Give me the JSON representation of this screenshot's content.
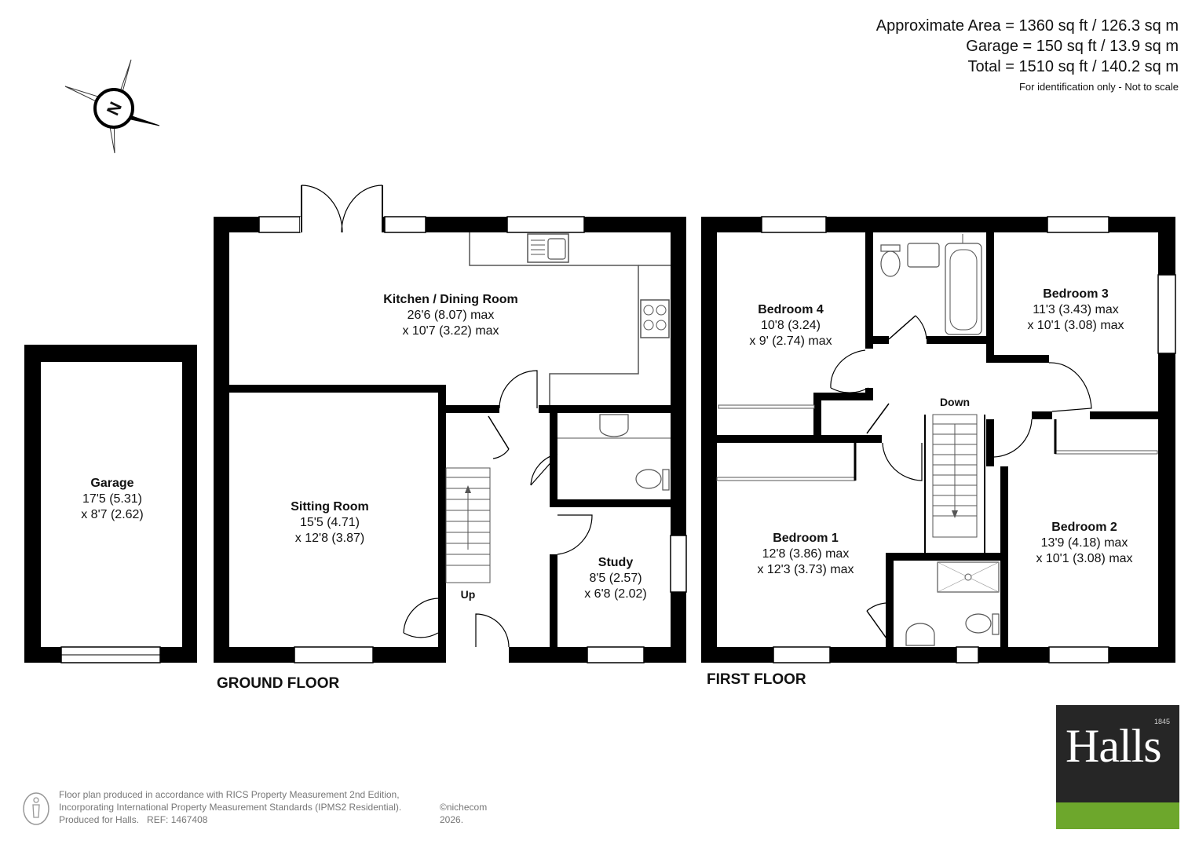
{
  "header": {
    "area_lines": [
      "Approximate Area = 1360 sq ft / 126.3 sq m",
      "Garage = 150 sq ft / 13.9 sq m",
      "Total = 1510 sq ft / 140.2 sq m"
    ],
    "note": "For identification only - Not to scale"
  },
  "compass": {
    "letter": "N",
    "icon": "compass-icon"
  },
  "floors": {
    "ground": {
      "title": "GROUND FLOOR",
      "stairs": "Up",
      "rooms": {
        "garage": {
          "name": "Garage",
          "dims": [
            "17'5 (5.31)",
            "x 8'7 (2.62)"
          ]
        },
        "kitchen": {
          "name": "Kitchen / Dining Room",
          "dims": [
            "26'6 (8.07) max",
            "x 10'7 (3.22) max"
          ]
        },
        "sitting": {
          "name": "Sitting Room",
          "dims": [
            "15'5 (4.71)",
            "x 12'8 (3.87)"
          ]
        },
        "study": {
          "name": "Study",
          "dims": [
            "8'5 (2.57)",
            "x 6'8 (2.02)"
          ]
        }
      }
    },
    "first": {
      "title": "FIRST FLOOR",
      "stairs": "Down",
      "rooms": {
        "bedroom4": {
          "name": "Bedroom 4",
          "dims": [
            "10'8 (3.24)",
            "x 9' (2.74) max"
          ]
        },
        "bedroom3": {
          "name": "Bedroom 3",
          "dims": [
            "11'3 (3.43) max",
            "x 10'1 (3.08) max"
          ]
        },
        "bedroom1": {
          "name": "Bedroom 1",
          "dims": [
            "12'8 (3.86) max",
            "x 12'3 (3.73) max"
          ]
        },
        "bedroom2": {
          "name": "Bedroom 2",
          "dims": [
            "13'9 (4.18) max",
            "x 10'1 (3.08) max"
          ]
        }
      }
    }
  },
  "footer": {
    "lines": [
      "Floor plan produced in accordance with RICS Property Measurement 2nd Edition,",
      "Incorporating International Property Measurement Standards (IPMS2 Residential).",
      "Produced for Halls.   REF: 1467408"
    ],
    "copyright": "©nichecom 2026."
  },
  "logo": {
    "name": "Halls",
    "year": "1845",
    "band_color": "#6da72c",
    "background": "#262626"
  },
  "colors": {
    "wall": "#000000",
    "fixture": "#555555",
    "background": "#ffffff"
  }
}
